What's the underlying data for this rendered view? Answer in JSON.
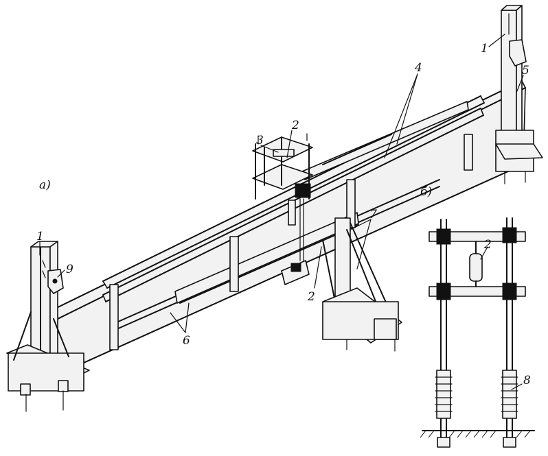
{
  "labels": {
    "view_a": "а)",
    "view_b": "б)",
    "n1_left": "1",
    "n1_right": "1",
    "n2_top": "2",
    "n2_mid": "2",
    "n2_detail": "2",
    "n3": "3",
    "n4": "4",
    "n5": "5",
    "n6": "6",
    "n7": "7",
    "n8": "8",
    "n9": "9"
  }
}
